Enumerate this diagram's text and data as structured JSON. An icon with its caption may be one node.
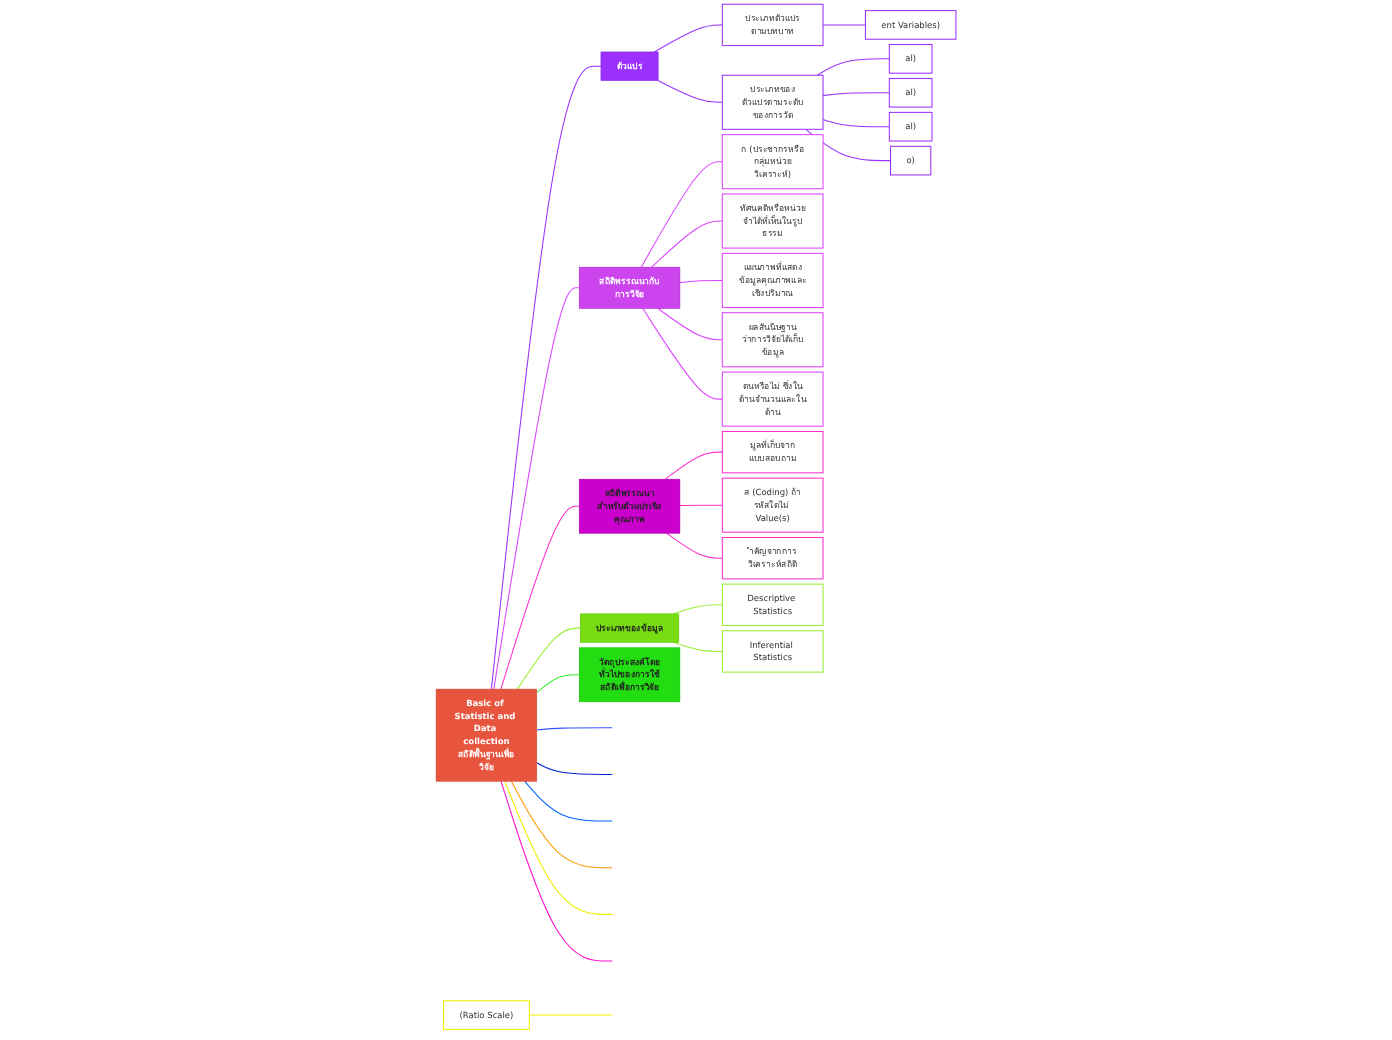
{
  "diagram": {
    "nodes": [
      {
        "text": [
          "Basic of Statistic and Data collection",
          "สถิติพื้นฐานเพื่อวิจัย"
        ]
      },
      {
        "text": [
          "ตัวแปร"
        ]
      },
      {
        "text": [
          "ประเภทตัวแปรตามบทบาท"
        ]
      },
      {
        "text": [
          "ent Variables)"
        ]
      },
      {
        "text": [
          "ประเภทของตัวแปรตามระดับของการวัด"
        ]
      },
      {
        "text": [
          "al)"
        ]
      },
      {
        "text": [
          "al)"
        ]
      },
      {
        "text": [
          "al)"
        ]
      },
      {
        "text": [
          "o)"
        ]
      },
      {
        "text": [
          "สถิติพรรณนากับการวิจัย"
        ]
      },
      {
        "text": [
          "ก (ประชากรหรือกลุ่มหน่วยวิเคราะห์)"
        ]
      },
      {
        "text": [
          "ทัศนคติหรือหน่วยจำได้ที่เห็นในรูปธรรม"
        ]
      },
      {
        "text": [
          "แผนภาพที่แสดงข้อมูลคุณภาพและเชิงปริมาณ"
        ]
      },
      {
        "text": [
          "ผลสันนิษฐานว่าการวิจัยได้เก็บข้อมูล"
        ]
      },
      {
        "text": [
          "ตนหรือไม่ ซึ่งในด้านจำนวนและในด้าน"
        ]
      },
      {
        "text": [
          "สถิติพรรณนาสำหรับตัวแปรเชิงคุณภาพ"
        ]
      },
      {
        "text": [
          "มูลที่เก็บจากแบบสอบถาม"
        ]
      },
      {
        "text": [
          "ส (Coding) ถ้ารหัสใดไม่ Value(s)"
        ]
      },
      {
        "text": [
          "ำคัญจากการวิเคราะห์สถิติ"
        ]
      },
      {
        "text": [
          "(Ratio Scale)"
        ]
      },
      {
        "text": [
          "ประเภทของข้อมูล"
        ]
      },
      {
        "text": [
          "Descriptive Statistics"
        ]
      },
      {
        "text": [
          "Inferential Statistics"
        ]
      },
      {
        "text": [
          "วัตถุประสงค์โดยทั่วไปของการใช้สถิติเพื่อการวิจัย"
        ]
      }
    ],
    "edges": [
      {
        "from": 0,
        "to": 1,
        "arrow": "none",
        "color": "#9933ff"
      },
      {
        "from": 1,
        "to": 2,
        "arrow": "none",
        "color": "#9933ff"
      },
      {
        "from": 2,
        "to": 3,
        "arrow": "none",
        "color": "#9933ff"
      },
      {
        "from": 1,
        "to": 4,
        "arrow": "none",
        "color": "#9933ff"
      },
      {
        "from": 4,
        "to": 5,
        "arrow": "none",
        "color": "#9933ff"
      },
      {
        "from": 4,
        "to": 6,
        "arrow": "none",
        "color": "#9933ff"
      },
      {
        "from": 4,
        "to": 7,
        "arrow": "none",
        "color": "#9933ff"
      },
      {
        "from": 4,
        "to": 8,
        "arrow": "none",
        "color": "#9933ff"
      },
      {
        "from": 0,
        "to": 9,
        "arrow": "none",
        "color": "#dd44ff"
      },
      {
        "from": 9,
        "to": 10,
        "arrow": "none",
        "color": "#dd44ff"
      },
      {
        "from": 9,
        "to": 11,
        "arrow": "none",
        "color": "#dd44ff"
      },
      {
        "from": 9,
        "to": 12,
        "arrow": "none",
        "color": "#dd44ff"
      },
      {
        "from": 9,
        "to": 13,
        "arrow": "none",
        "color": "#dd44ff"
      },
      {
        "from": 9,
        "to": 14,
        "arrow": "none",
        "color": "#dd44ff"
      },
      {
        "from": 0,
        "to": 15,
        "arrow": "none",
        "color": "#ff33cc"
      },
      {
        "from": 15,
        "to": 16,
        "arrow": "none",
        "color": "#ff33cc"
      },
      {
        "from": 15,
        "to": 17,
        "arrow": "none",
        "color": "#ff33cc"
      },
      {
        "from": 15,
        "to": 18,
        "arrow": "none",
        "color": "#ff33cc"
      },
      {
        "from": 19,
        "to": null,
        "arrow": "none",
        "color": "#eeee00"
      },
      {
        "from": 0,
        "to": 20,
        "arrow": "none",
        "color": "#99ee33"
      },
      {
        "from": 20,
        "to": 21,
        "arrow": "none",
        "color": "#99ee33"
      },
      {
        "from": 20,
        "to": 22,
        "arrow": "none",
        "color": "#99ee33"
      },
      {
        "from": 0,
        "to": 23,
        "arrow": "none",
        "color": "#33ee33"
      },
      {
        "from": 0,
        "to": null,
        "arrow": "none",
        "color": "#3355ff"
      },
      {
        "from": 0,
        "to": null,
        "arrow": "none",
        "color": "#0022cc"
      },
      {
        "from": 0,
        "to": null,
        "arrow": "none",
        "color": "#0066ff"
      },
      {
        "from": 0,
        "to": null,
        "arrow": "none",
        "color": "#ff9900"
      },
      {
        "from": 0,
        "to": null,
        "arrow": "none",
        "color": "#eeee00"
      },
      {
        "from": 0,
        "to": null,
        "arrow": "none",
        "color": "#ff11cc"
      }
    ]
  }
}
